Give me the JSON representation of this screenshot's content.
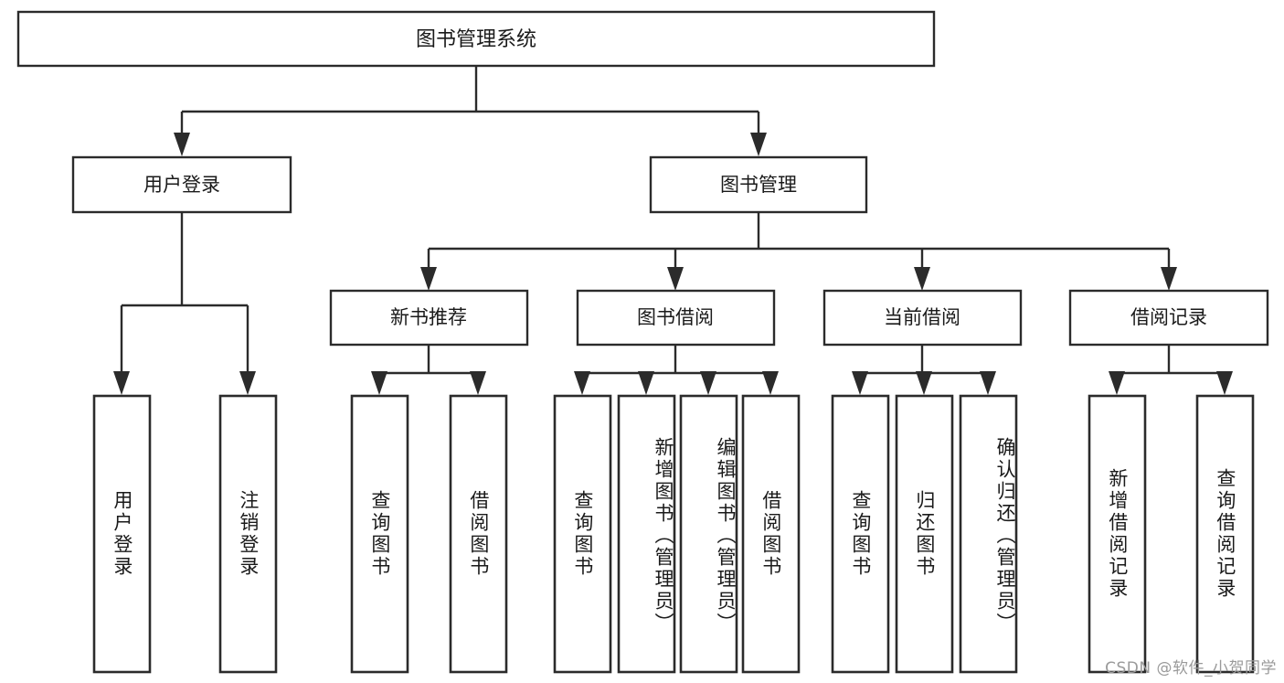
{
  "diagram": {
    "type": "tree-hierarchy",
    "title": "图书管理系统",
    "root": {
      "id": "root",
      "label": "图书管理系统"
    },
    "level2": [
      {
        "id": "user-login",
        "label": "用户登录"
      },
      {
        "id": "book-manage",
        "label": "图书管理"
      }
    ],
    "level3": [
      {
        "id": "new-book-recommend",
        "label": "新书推荐",
        "parent": "book-manage"
      },
      {
        "id": "book-borrow",
        "label": "图书借阅",
        "parent": "book-manage"
      },
      {
        "id": "current-borrow",
        "label": "当前借阅",
        "parent": "book-manage"
      },
      {
        "id": "borrow-record",
        "label": "借阅记录",
        "parent": "book-manage"
      }
    ],
    "leaves": {
      "user_login": [
        {
          "id": "leaf-user-login",
          "label": "用户登录"
        },
        {
          "id": "leaf-user-logout",
          "label": "注销登录"
        }
      ],
      "new_book_recommend": [
        {
          "id": "leaf-query-book-1",
          "label": "查询图书"
        },
        {
          "id": "leaf-borrow-book-1",
          "label": "借阅图书"
        }
      ],
      "book_borrow": [
        {
          "id": "leaf-query-book-2",
          "label": "查询图书"
        },
        {
          "id": "leaf-add-book",
          "label": "新增图书（管理员）"
        },
        {
          "id": "leaf-edit-book",
          "label": "编辑图书（管理员）"
        },
        {
          "id": "leaf-borrow-book-2",
          "label": "借阅图书"
        }
      ],
      "current_borrow": [
        {
          "id": "leaf-query-book-3",
          "label": "查询图书"
        },
        {
          "id": "leaf-return-book",
          "label": "归还图书"
        },
        {
          "id": "leaf-confirm-return",
          "label": "确认归还（管理员）"
        }
      ],
      "borrow_record": [
        {
          "id": "leaf-add-record",
          "label": "新增借阅记录"
        },
        {
          "id": "leaf-query-record",
          "label": "查询借阅记录"
        }
      ]
    }
  },
  "watermark": {
    "text": "CSDN @软件_小贺同学"
  },
  "colors": {
    "stroke": "#2b2b2b",
    "box_fill": "#ffffff",
    "text": "#1a1a1a",
    "watermark": "#9a9a9a",
    "page_background": "#ffffff"
  }
}
